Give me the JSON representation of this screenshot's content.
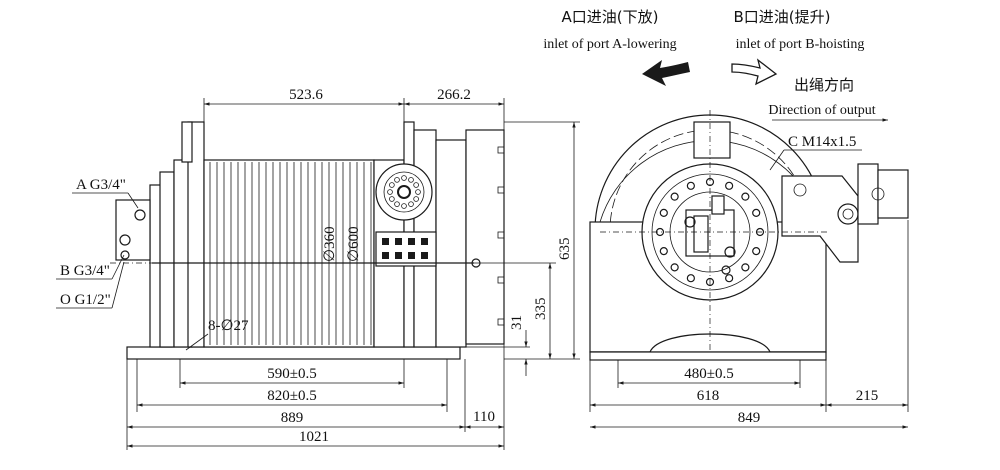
{
  "legend": {
    "port_a_zh": "A口进油(下放)",
    "port_a_en": "inlet of port A-lowering",
    "port_b_zh": "B口进油(提升)",
    "port_b_en": "inlet of port B-hoisting",
    "output_zh": "出绳方向",
    "output_en": "Direction of output"
  },
  "side_view": {
    "port_a": "A G3/4\"",
    "port_b": "B G3/4\"",
    "port_o": "O G1/2\"",
    "drum_dia": "∅360",
    "flange_dia": "∅600",
    "holes": "8-∅27",
    "dims": {
      "drum_len": "523.6",
      "motor_len": "266.2",
      "height_total": "635",
      "center_height": "335",
      "base_thick": "31",
      "bolt_span": "590±0.5",
      "base_len": "820±0.5",
      "length_889": "889",
      "offset_110": "110",
      "overall_len": "1021"
    }
  },
  "end_view": {
    "port_c": "C M14x1.5",
    "dims": {
      "bolt_span": "480±0.5",
      "base_width": "618",
      "overall_width": "849",
      "offset_215": "215"
    }
  }
}
